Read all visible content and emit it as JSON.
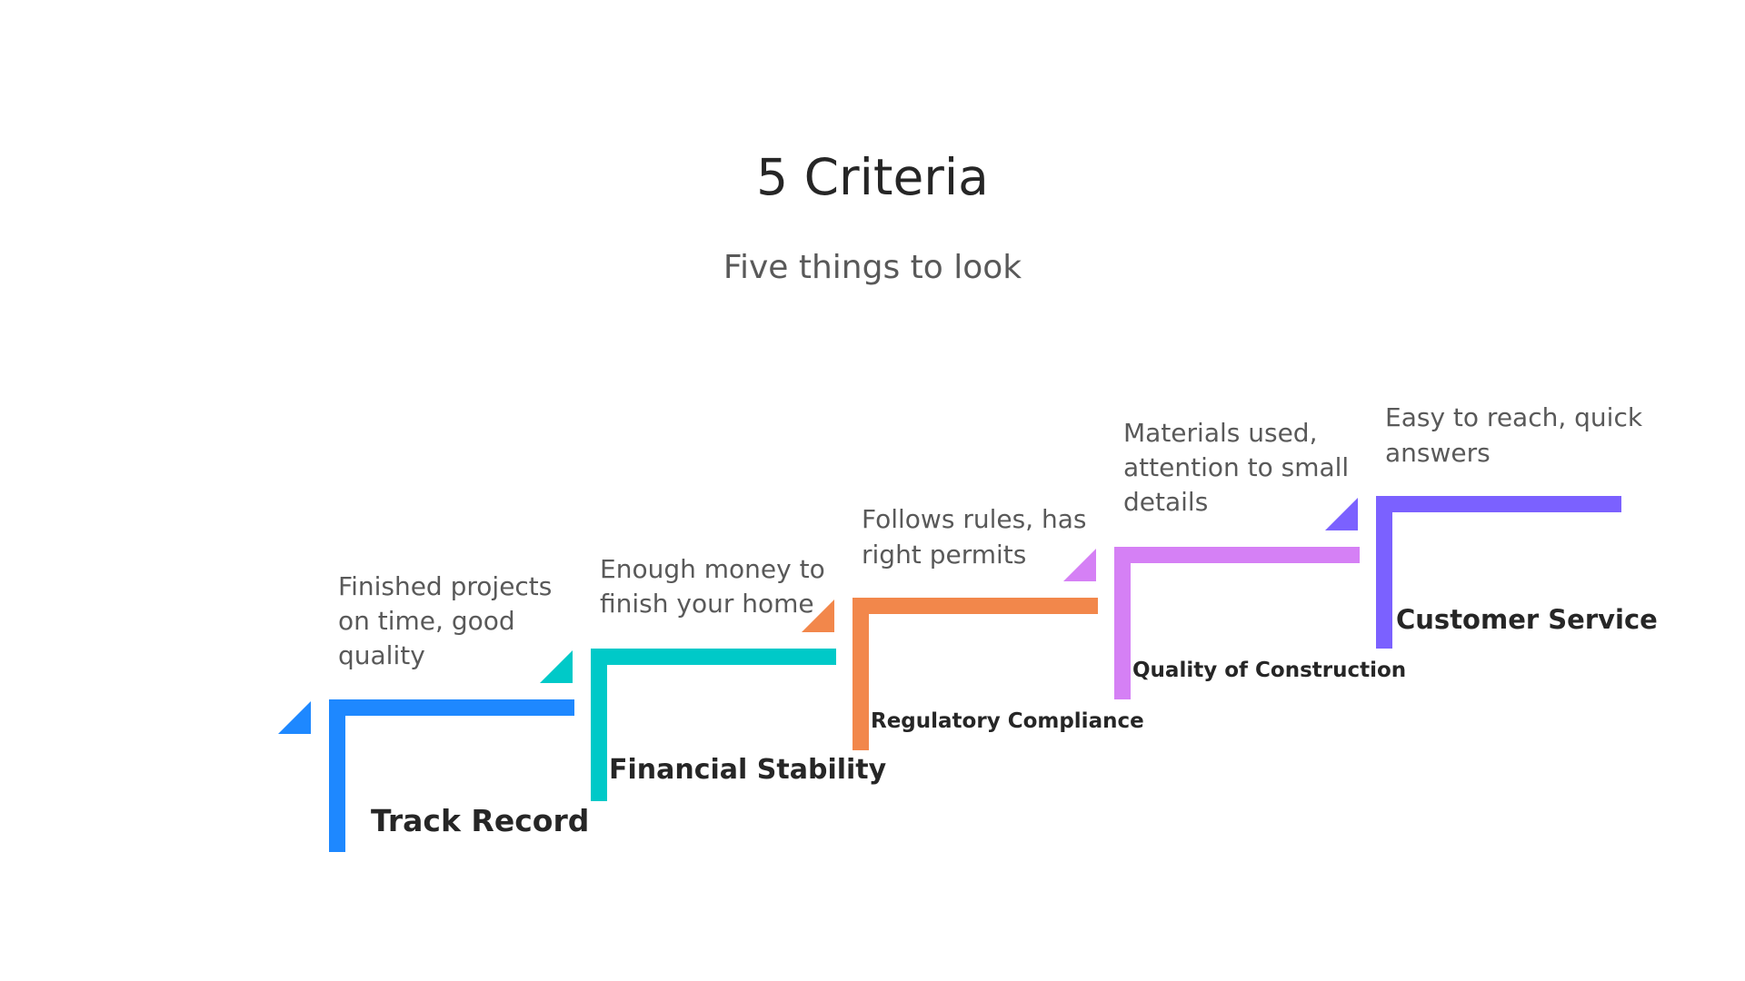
{
  "title": "5 Criteria",
  "subtitle": "Five things to look",
  "steps": [
    {
      "label": "Track Record",
      "description_lines": [
        "Finished projects",
        "on time, good",
        "quality"
      ],
      "color": "#1E88FF"
    },
    {
      "label": "Financial Stability",
      "description_lines": [
        "Enough money to",
        "finish your home"
      ],
      "color": "#00C9C8"
    },
    {
      "label": "Regulatory Compliance",
      "description_lines": [
        "Follows rules, has",
        "right permits"
      ],
      "color": "#F2874B"
    },
    {
      "label": "Quality of Construction",
      "description_lines": [
        "Materials used,",
        "attention to small",
        "details"
      ],
      "color": "#D580F5"
    },
    {
      "label": "Customer Service",
      "description_lines": [
        "Easy to reach, quick",
        "answers"
      ],
      "color": "#7B61FF"
    }
  ]
}
